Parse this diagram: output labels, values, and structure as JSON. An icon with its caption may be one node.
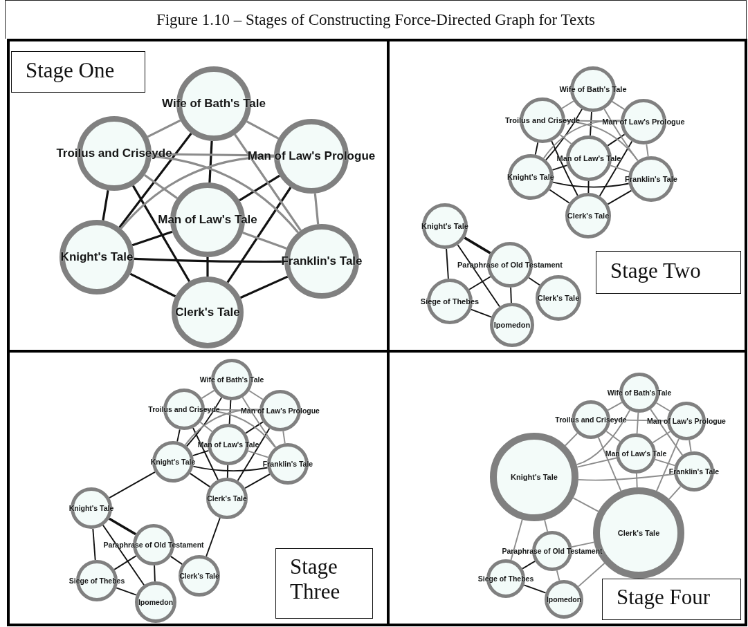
{
  "diagram": {
    "title": "Figure 1.10 – Stages of Constructing Force-Directed Graph for Texts",
    "nodes": [
      {
        "text": [
          "Stage One"
        ]
      },
      {
        "text": [
          "Wife of Bath's Tale"
        ]
      },
      {
        "text": [
          "Troilus and Criseyde"
        ]
      },
      {
        "text": [
          "Man of Law's Prologue"
        ]
      },
      {
        "text": [
          "Man of Law's Tale"
        ]
      },
      {
        "text": [
          "Knight's Tale"
        ]
      },
      {
        "text": [
          "Franklin's Tale"
        ]
      },
      {
        "text": [
          "Clerk's Tale"
        ]
      },
      {
        "text": [
          "Wife of Bath's Tale"
        ]
      },
      {
        "text": [
          "Troilus and Criseyde"
        ]
      },
      {
        "text": [
          "Man of Law's Prologue"
        ]
      },
      {
        "text": [
          "Man of Law's Tale"
        ]
      },
      {
        "text": [
          "Knight's Tale"
        ]
      },
      {
        "text": [
          "Franklin's Tale"
        ]
      },
      {
        "text": [
          "Clerk's Tale"
        ]
      },
      {
        "text": [
          "Knight's Tale"
        ]
      },
      {
        "text": [
          "Paraphrase of Old Testament"
        ]
      },
      {
        "text": [
          "Clerk's Tale"
        ]
      },
      {
        "text": [
          "Siege of Thebes"
        ]
      },
      {
        "text": [
          "Ipomedon"
        ]
      },
      {
        "text": [
          "Stage Two"
        ]
      },
      {
        "text": [
          "Wife of Bath's Tale"
        ]
      },
      {
        "text": [
          "Troilus and Criseyde"
        ]
      },
      {
        "text": [
          "Man of Law's Prologue"
        ]
      },
      {
        "text": [
          "Man of Law's Tale"
        ]
      },
      {
        "text": [
          "Knight's Tale"
        ]
      },
      {
        "text": [
          "Franklin's Tale"
        ]
      },
      {
        "text": [
          "Clerk's Tale"
        ]
      },
      {
        "text": [
          "Knight's Tale"
        ]
      },
      {
        "text": [
          "Paraphrase of Old Testament"
        ]
      },
      {
        "text": [
          "Clerk's Tale"
        ]
      },
      {
        "text": [
          "Siege of Thebes"
        ]
      },
      {
        "text": [
          "Ipomedon"
        ]
      },
      {
        "text": [
          "Stage Three"
        ]
      },
      {
        "text": [
          "Wife of Bath's Tale"
        ]
      },
      {
        "text": [
          "Troilus and Criseyde"
        ]
      },
      {
        "text": [
          "Man of Law's Prologue"
        ]
      },
      {
        "text": [
          "Man of Law's Tale"
        ]
      },
      {
        "text": [
          "Knight's Tale"
        ]
      },
      {
        "text": [
          "Franklin's Tale"
        ]
      },
      {
        "text": [
          "Clerk's Tale"
        ]
      },
      {
        "text": [
          "Paraphrase of Old Testament"
        ]
      },
      {
        "text": [
          "Siege of Thebes"
        ]
      },
      {
        "text": [
          "Ipomedon"
        ]
      },
      {
        "text": [
          "Stage Four"
        ]
      }
    ],
    "edges": [
      {
        "from": 1,
        "to": 4,
        "arrow": "none"
      },
      {
        "from": 1,
        "to": 5,
        "arrow": "none"
      },
      {
        "from": 2,
        "to": 5,
        "arrow": "none"
      },
      {
        "from": 2,
        "to": 7,
        "arrow": "none"
      },
      {
        "from": 3,
        "to": 4,
        "arrow": "none"
      },
      {
        "from": 3,
        "to": 7,
        "arrow": "none"
      },
      {
        "from": 4,
        "to": 7,
        "arrow": "none"
      },
      {
        "from": 5,
        "to": 6,
        "arrow": "none"
      },
      {
        "from": 5,
        "to": 7,
        "arrow": "none"
      },
      {
        "from": 6,
        "to": 7,
        "arrow": "none"
      },
      {
        "from": 4,
        "to": 5,
        "arrow": "none"
      },
      {
        "from": 1,
        "to": 2,
        "arrow": "none",
        "color": "#8c8c8c"
      },
      {
        "from": 1,
        "to": 3,
        "arrow": "none",
        "color": "#8c8c8c"
      },
      {
        "from": 1,
        "to": 6,
        "arrow": "none",
        "color": "#8c8c8c"
      },
      {
        "from": 2,
        "to": 3,
        "arrow": "none",
        "color": "#8c8c8c"
      },
      {
        "from": 2,
        "to": 4,
        "arrow": "none",
        "color": "#8c8c8c"
      },
      {
        "from": 2,
        "to": 6,
        "arrow": "none",
        "color": "#8c8c8c"
      },
      {
        "from": 3,
        "to": 6,
        "arrow": "none",
        "color": "#8c8c8c"
      },
      {
        "from": 3,
        "to": 5,
        "arrow": "none",
        "color": "#8c8c8c"
      },
      {
        "from": 4,
        "to": 6,
        "arrow": "none",
        "color": "#8c8c8c"
      },
      {
        "from": 8,
        "to": 11,
        "arrow": "none"
      },
      {
        "from": 8,
        "to": 12,
        "arrow": "none"
      },
      {
        "from": 9,
        "to": 12,
        "arrow": "none"
      },
      {
        "from": 9,
        "to": 14,
        "arrow": "none"
      },
      {
        "from": 10,
        "to": 11,
        "arrow": "none"
      },
      {
        "from": 10,
        "to": 14,
        "arrow": "none"
      },
      {
        "from": 11,
        "to": 14,
        "arrow": "none"
      },
      {
        "from": 12,
        "to": 13,
        "arrow": "none"
      },
      {
        "from": 12,
        "to": 14,
        "arrow": "none"
      },
      {
        "from": 13,
        "to": 14,
        "arrow": "none"
      },
      {
        "from": 11,
        "to": 12,
        "arrow": "none"
      },
      {
        "from": 8,
        "to": 9,
        "arrow": "none",
        "color": "#8c8c8c"
      },
      {
        "from": 8,
        "to": 10,
        "arrow": "none",
        "color": "#8c8c8c"
      },
      {
        "from": 8,
        "to": 13,
        "arrow": "none",
        "color": "#8c8c8c"
      },
      {
        "from": 9,
        "to": 10,
        "arrow": "none",
        "color": "#8c8c8c"
      },
      {
        "from": 9,
        "to": 11,
        "arrow": "none",
        "color": "#8c8c8c"
      },
      {
        "from": 9,
        "to": 13,
        "arrow": "none",
        "color": "#8c8c8c"
      },
      {
        "from": 10,
        "to": 13,
        "arrow": "none",
        "color": "#8c8c8c"
      },
      {
        "from": 10,
        "to": 12,
        "arrow": "none",
        "color": "#8c8c8c"
      },
      {
        "from": 11,
        "to": 13,
        "arrow": "none",
        "color": "#8c8c8c"
      },
      {
        "from": 15,
        "to": 16,
        "arrow": "none",
        "style": "thick"
      },
      {
        "from": 15,
        "to": 18,
        "arrow": "none"
      },
      {
        "from": 15,
        "to": 19,
        "arrow": "none"
      },
      {
        "from": 16,
        "to": 18,
        "arrow": "none"
      },
      {
        "from": 16,
        "to": 19,
        "arrow": "none"
      },
      {
        "from": 16,
        "to": 17,
        "arrow": "none"
      },
      {
        "from": 18,
        "to": 19,
        "arrow": "none"
      },
      {
        "from": 21,
        "to": 24,
        "arrow": "none"
      },
      {
        "from": 21,
        "to": 25,
        "arrow": "none"
      },
      {
        "from": 22,
        "to": 25,
        "arrow": "none"
      },
      {
        "from": 22,
        "to": 27,
        "arrow": "none"
      },
      {
        "from": 23,
        "to": 24,
        "arrow": "none"
      },
      {
        "from": 23,
        "to": 27,
        "arrow": "none"
      },
      {
        "from": 24,
        "to": 27,
        "arrow": "none"
      },
      {
        "from": 25,
        "to": 26,
        "arrow": "none"
      },
      {
        "from": 25,
        "to": 27,
        "arrow": "none"
      },
      {
        "from": 26,
        "to": 27,
        "arrow": "none"
      },
      {
        "from": 24,
        "to": 25,
        "arrow": "none"
      },
      {
        "from": 21,
        "to": 22,
        "arrow": "none",
        "color": "#8c8c8c"
      },
      {
        "from": 21,
        "to": 23,
        "arrow": "none",
        "color": "#8c8c8c"
      },
      {
        "from": 21,
        "to": 26,
        "arrow": "none",
        "color": "#8c8c8c"
      },
      {
        "from": 22,
        "to": 23,
        "arrow": "none",
        "color": "#8c8c8c"
      },
      {
        "from": 22,
        "to": 24,
        "arrow": "none",
        "color": "#8c8c8c"
      },
      {
        "from": 22,
        "to": 26,
        "arrow": "none",
        "color": "#8c8c8c"
      },
      {
        "from": 23,
        "to": 26,
        "arrow": "none",
        "color": "#8c8c8c"
      },
      {
        "from": 23,
        "to": 25,
        "arrow": "none",
        "color": "#8c8c8c"
      },
      {
        "from": 24,
        "to": 26,
        "arrow": "none",
        "color": "#8c8c8c"
      },
      {
        "from": 28,
        "to": 29,
        "arrow": "none",
        "style": "thick"
      },
      {
        "from": 28,
        "to": 31,
        "arrow": "none"
      },
      {
        "from": 28,
        "to": 32,
        "arrow": "none"
      },
      {
        "from": 29,
        "to": 31,
        "arrow": "none"
      },
      {
        "from": 29,
        "to": 32,
        "arrow": "none"
      },
      {
        "from": 29,
        "to": 30,
        "arrow": "none"
      },
      {
        "from": 31,
        "to": 32,
        "arrow": "none"
      },
      {
        "from": 25,
        "to": 28,
        "arrow": "none"
      },
      {
        "from": 27,
        "to": 30,
        "arrow": "none"
      },
      {
        "from": 34,
        "to": 35,
        "arrow": "none",
        "color": "#8c8c8c"
      },
      {
        "from": 34,
        "to": 36,
        "arrow": "none",
        "color": "#8c8c8c"
      },
      {
        "from": 34,
        "to": 37,
        "arrow": "none",
        "color": "#8c8c8c"
      },
      {
        "from": 34,
        "to": 39,
        "arrow": "none",
        "color": "#8c8c8c"
      },
      {
        "from": 34,
        "to": 38,
        "arrow": "none",
        "color": "#8c8c8c"
      },
      {
        "from": 35,
        "to": 36,
        "arrow": "none",
        "color": "#8c8c8c"
      },
      {
        "from": 35,
        "to": 37,
        "arrow": "none",
        "color": "#8c8c8c"
      },
      {
        "from": 35,
        "to": 38,
        "arrow": "none",
        "color": "#8c8c8c"
      },
      {
        "from": 35,
        "to": 40,
        "arrow": "none",
        "color": "#8c8c8c"
      },
      {
        "from": 36,
        "to": 37,
        "arrow": "none",
        "color": "#8c8c8c"
      },
      {
        "from": 36,
        "to": 39,
        "arrow": "none",
        "color": "#8c8c8c"
      },
      {
        "from": 36,
        "to": 40,
        "arrow": "none",
        "color": "#8c8c8c"
      },
      {
        "from": 37,
        "to": 38,
        "arrow": "none",
        "color": "#8c8c8c"
      },
      {
        "from": 37,
        "to": 39,
        "arrow": "none",
        "color": "#8c8c8c"
      },
      {
        "from": 37,
        "to": 40,
        "arrow": "none",
        "color": "#8c8c8c"
      },
      {
        "from": 38,
        "to": 39,
        "arrow": "none",
        "color": "#8c8c8c"
      },
      {
        "from": 38,
        "to": 40,
        "arrow": "none",
        "color": "#8c8c8c"
      },
      {
        "from": 38,
        "to": 41,
        "arrow": "none",
        "color": "#8c8c8c"
      },
      {
        "from": 38,
        "to": 42,
        "arrow": "none",
        "color": "#8c8c8c"
      },
      {
        "from": 39,
        "to": 40,
        "arrow": "none",
        "color": "#8c8c8c"
      },
      {
        "from": 41,
        "to": 40,
        "arrow": "none",
        "color": "#8c8c8c"
      },
      {
        "from": 41,
        "to": 43,
        "arrow": "none",
        "color": "#8c8c8c"
      },
      {
        "from": 43,
        "to": 40,
        "arrow": "none",
        "color": "#8c8c8c"
      },
      {
        "from": 41,
        "to": 42,
        "arrow": "none"
      },
      {
        "from": 42,
        "to": 43,
        "arrow": "none"
      }
    ]
  }
}
